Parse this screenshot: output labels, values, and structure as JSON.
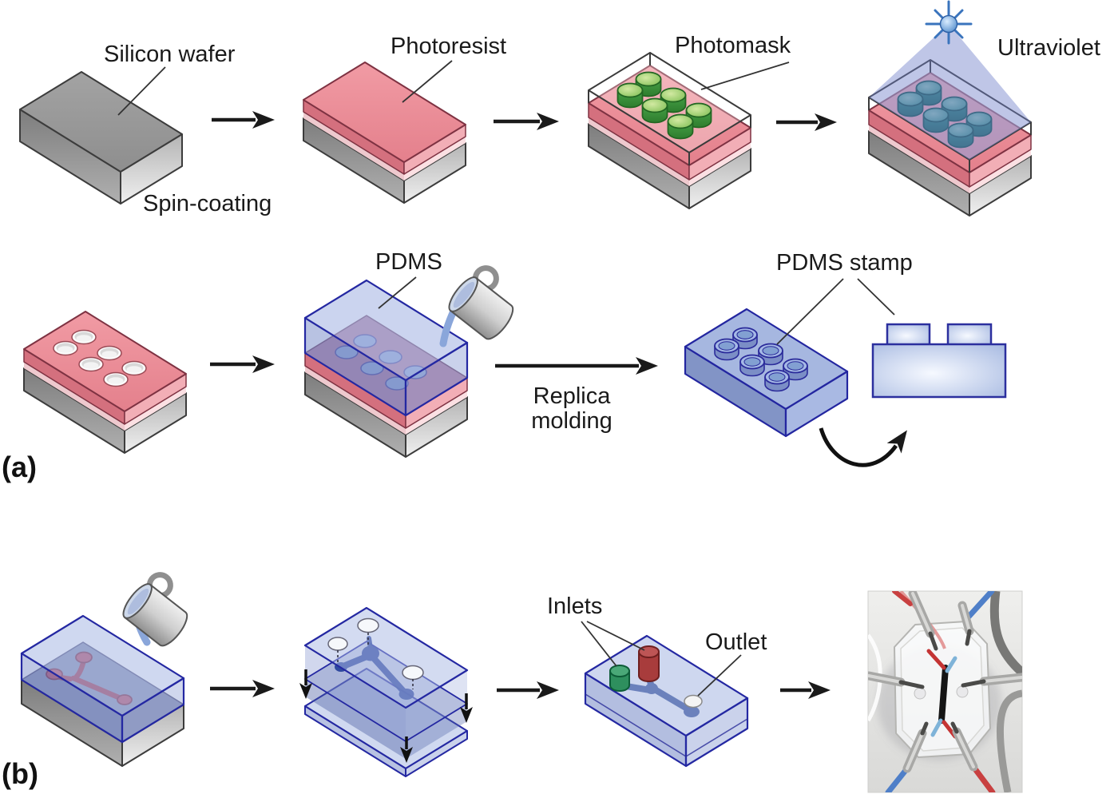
{
  "panels": {
    "a": {
      "label": "(a)"
    },
    "b": {
      "label": "(b)"
    }
  },
  "labels": {
    "silicon_wafer": "Silicon wafer",
    "spin_coating": "Spin-coating",
    "photoresist": "Photoresist",
    "photomask": "Photomask",
    "ultraviolet": "Ultraviolet",
    "pdms": "PDMS",
    "replica_line1": "Replica",
    "replica_line2": "molding",
    "pdms_stamp": "PDMS stamp",
    "inlets": "Inlets",
    "outlet": "Outlet"
  },
  "colors": {
    "silicon_gray": "#9a9a9a",
    "photoresist_pink": "#ef929b",
    "photomask_green": "#4aa34a",
    "uv_blue": "#7b8fd0",
    "pdms_blue": "#8099cc",
    "channel_navy": "#25409a",
    "channel_red": "#a23a52",
    "inlet_green": "#2e8f5e",
    "inlet_red": "#a83c3c",
    "arrow_black": "#1a1a1a"
  }
}
